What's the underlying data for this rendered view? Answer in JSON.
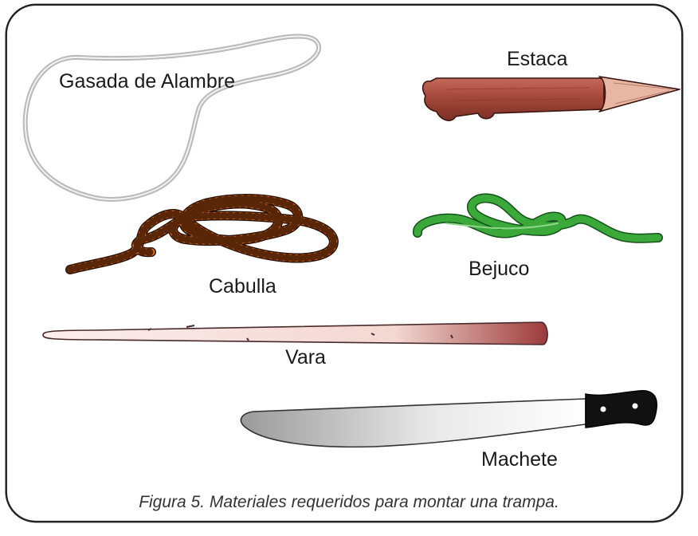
{
  "labels": {
    "wire_loop": "Gasada de Alambre",
    "stake": "Estaca",
    "rope": "Cabulla",
    "vine": "Bejuco",
    "rod": "Vara",
    "machete": "Machete"
  },
  "caption": "Figura 5. Materiales requeridos para montar una trampa.",
  "colors": {
    "frame": "#222222",
    "wire": "#bdbdbd",
    "stake_wood": "#a3483b",
    "stake_tip": "#e7b7a3",
    "rope": "#e86f1e",
    "vine": "#3aa93a",
    "rod": "#f3d7d2",
    "blade": "#bfbfbf",
    "handle": "#111111"
  },
  "icons": [
    "wire-loop-icon",
    "stake-icon",
    "rope-icon",
    "vine-icon",
    "rod-icon",
    "machete-icon"
  ]
}
